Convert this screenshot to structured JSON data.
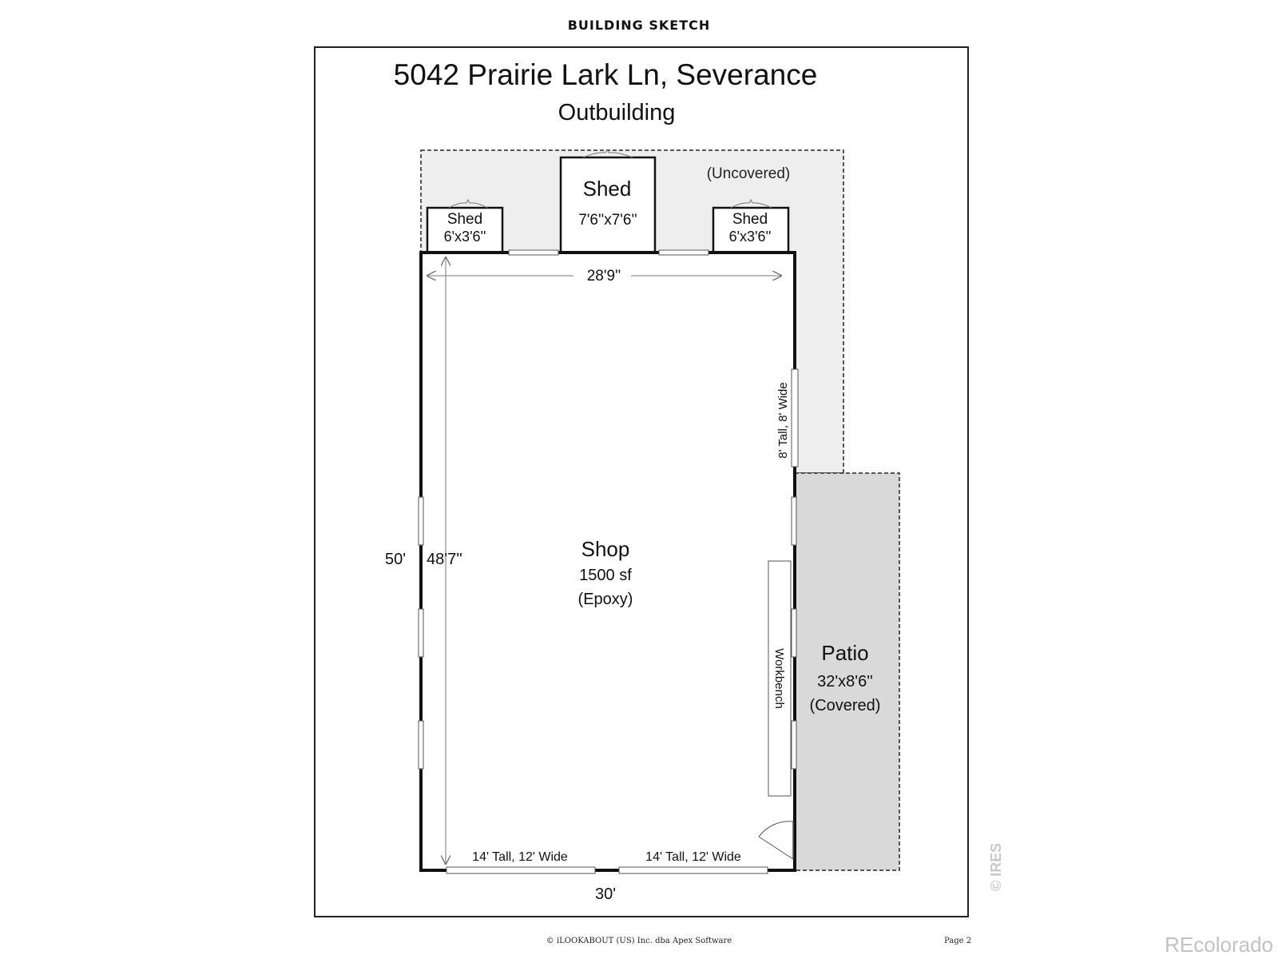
{
  "header": {
    "title": "BUILDING SKETCH"
  },
  "sketch": {
    "address": "5042 Prairie Lark Ln, Severance",
    "subtitle": "Outbuilding",
    "uncovered_label": "(Uncovered)",
    "sheds": [
      {
        "name": "Shed",
        "size": "6'x3'6''"
      },
      {
        "name": "Shed",
        "size": "7'6''x7'6''"
      },
      {
        "name": "Shed",
        "size": "6'x3'6''"
      }
    ],
    "shop": {
      "name": "Shop",
      "area": "1500 sf",
      "finish": "(Epoxy)"
    },
    "patio": {
      "name": "Patio",
      "size": "32'x8'6''",
      "cover": "(Covered)"
    },
    "dimensions": {
      "inner_width": "28'9''",
      "inner_length": "48'7''",
      "outer_length": "50'",
      "outer_width": "30'"
    },
    "doors": {
      "side": "8' Tall, 8' Wide",
      "front_left": "14' Tall, 12' Wide",
      "front_right": "14' Tall, 12' Wide"
    },
    "fixtures": {
      "workbench": "Workbench"
    },
    "colors": {
      "uncovered_fill": "#eeeeee",
      "patio_fill": "#d9d9d9",
      "wall": "#111111"
    }
  },
  "footer": {
    "copyright": "© iLOOKABOUT (US) Inc. dba Apex Software",
    "page": "Page 2",
    "watermark_ires": "© IRES",
    "watermark_brand": "REcolorado"
  }
}
